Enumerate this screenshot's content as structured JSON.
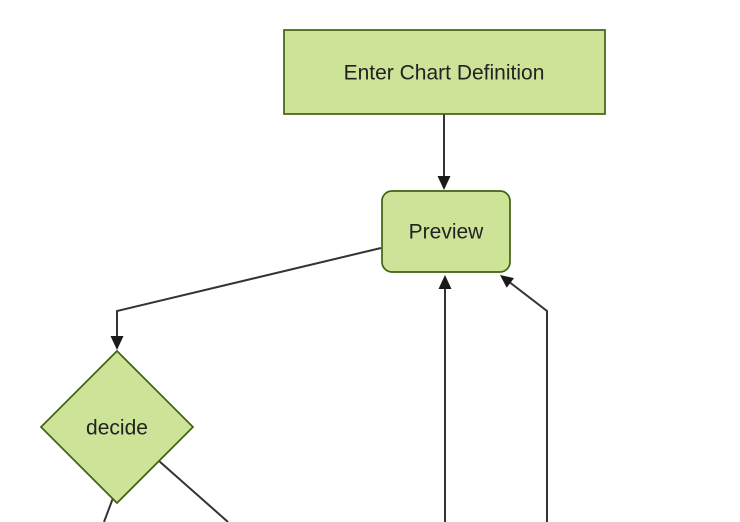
{
  "theme": {
    "background": "#ffffff",
    "node-fill": "#cde498",
    "node-border": "#3f6212",
    "edge-color": "#333333",
    "arrow-color": "#1a1a1a",
    "text-color": "#222222"
  },
  "diagram": {
    "type": "flowchart",
    "direction": "top-down",
    "nodes": [
      {
        "id": "A",
        "label": "Enter Chart Definition",
        "shape": "rectangle"
      },
      {
        "id": "B",
        "label": "Preview",
        "shape": "rounded-rectangle"
      },
      {
        "id": "C",
        "label": "decide",
        "shape": "diamond"
      }
    ],
    "edges": [
      {
        "from": "A",
        "to": "B",
        "arrow": true
      },
      {
        "from": "B",
        "to": "C",
        "arrow": true
      },
      {
        "from": "offscreen-bottom",
        "to": "B",
        "arrow": true
      },
      {
        "from": "offscreen-bottom-right",
        "to": "B",
        "arrow": true
      },
      {
        "from": "C",
        "to": "offscreen-bottom-left",
        "arrow": false
      },
      {
        "from": "C",
        "to": "offscreen-bottom-right",
        "arrow": false
      }
    ]
  }
}
